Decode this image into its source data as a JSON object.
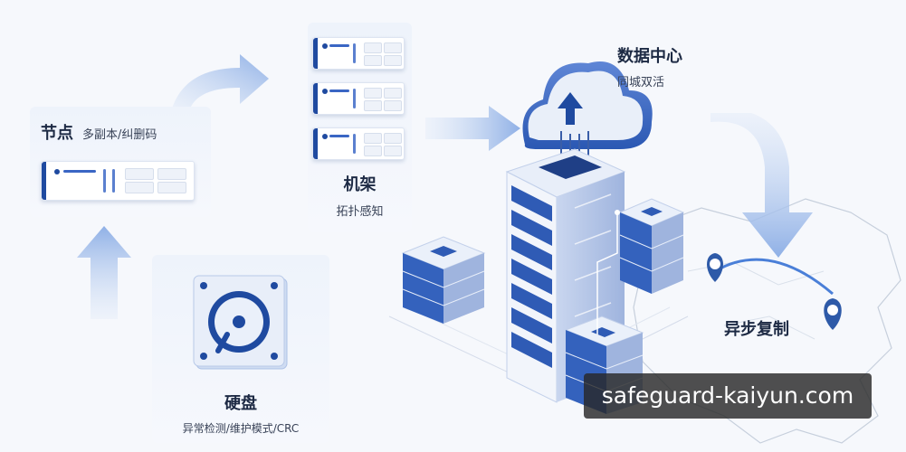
{
  "node": {
    "title": "节点",
    "subtitle": "多副本/纠删码"
  },
  "rack": {
    "title": "机架",
    "subtitle": "拓扑感知"
  },
  "disk": {
    "title": "硬盘",
    "subtitle": "异常检测/维护模式/CRC"
  },
  "datacenter": {
    "title": "数据中心",
    "subtitle": "同城双活"
  },
  "replication": {
    "title": "异步复制"
  },
  "watermark": {
    "text": "safeguard-kaiyun.com"
  },
  "colors": {
    "accent": "#1f4aa0",
    "light_blue": "#9fb6e3",
    "panel": "#eef3fb"
  },
  "icons": [
    "arrow-icon",
    "cloud-icon",
    "upload-arrow-icon",
    "map-pin-icon",
    "hard-disk-icon",
    "server-unit-icon"
  ]
}
